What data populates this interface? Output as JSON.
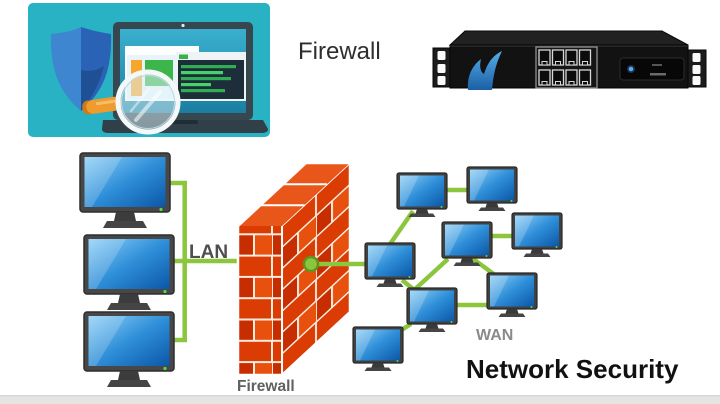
{
  "page": {
    "title": "Network Security",
    "background_color": "#ffffff",
    "bottom_bar_color": "#e4e4e2"
  },
  "hero": {
    "caption": "Firewall",
    "security_card": {
      "bg_color": "#28b2c4",
      "icons": [
        "shield-icon",
        "laptop-icon",
        "magnifier-glass-icon"
      ]
    },
    "appliance": {
      "name": "firewall-appliance",
      "body_color": "#141414",
      "logo_color": "#2f7fc6",
      "port_rows": 2,
      "ports_per_row": 4,
      "status_led_color": "#4a9bf0"
    }
  },
  "diagram": {
    "lan": {
      "label": "LAN",
      "computer_count": 3
    },
    "firewall_wall": {
      "label": "Firewall",
      "brick_color": "#d8410a",
      "mortar_color": "#fbeade"
    },
    "wan": {
      "label": "WAN",
      "computer_count": 8
    },
    "link_color": "#8cc63f",
    "screen_color": "#2f8fd8",
    "title": "Network Security"
  }
}
